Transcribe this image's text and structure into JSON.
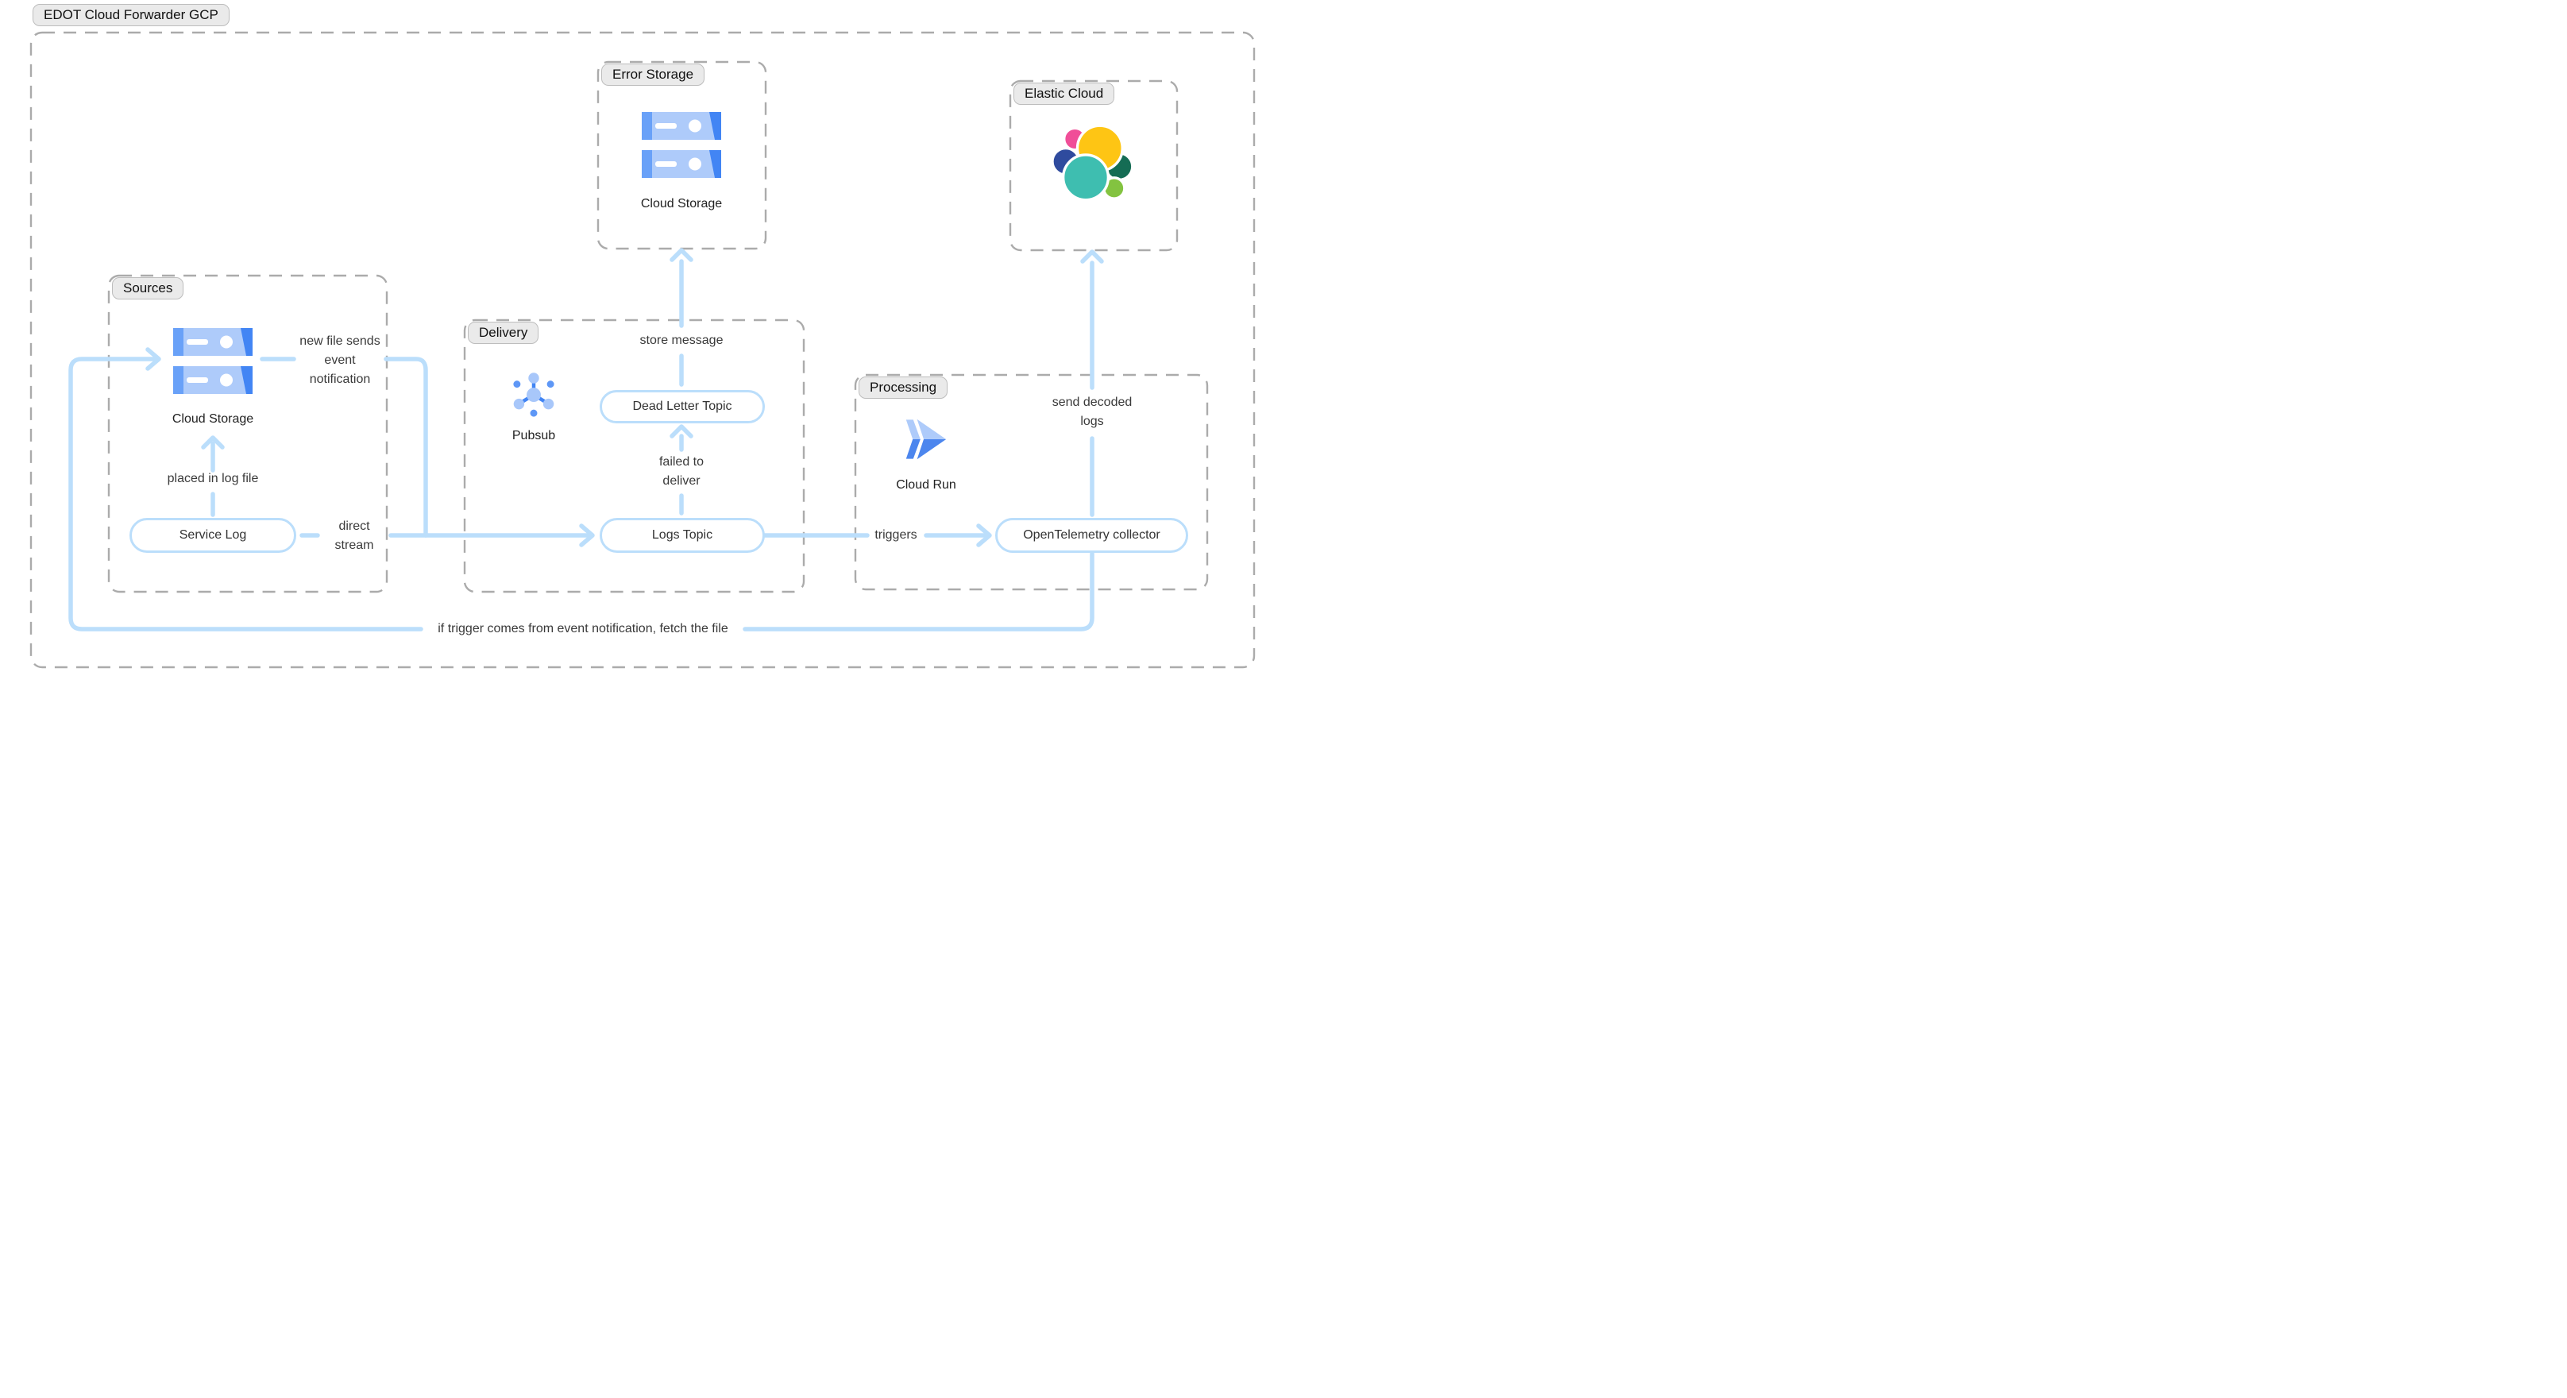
{
  "title": "EDOT Cloud Forwarder GCP",
  "groups": {
    "sources": {
      "label": "Sources"
    },
    "delivery": {
      "label": "Delivery"
    },
    "processing": {
      "label": "Processing"
    },
    "error_storage": {
      "label": "Error Storage"
    },
    "elastic_cloud": {
      "label": "Elastic Cloud"
    }
  },
  "nodes": {
    "sources_cloud_storage": {
      "label": "Cloud Storage",
      "icon": "cloud-storage-icon"
    },
    "service_log": {
      "label": "Service Log"
    },
    "pubsub": {
      "label": "Pubsub",
      "icon": "pubsub-icon"
    },
    "dead_letter_topic": {
      "label": "Dead Letter Topic"
    },
    "logs_topic": {
      "label": "Logs Topic"
    },
    "cloud_run": {
      "label": "Cloud Run",
      "icon": "cloud-run-icon"
    },
    "otel_collector": {
      "label": "OpenTelemetry collector"
    },
    "error_cloud_storage": {
      "label": "Cloud Storage",
      "icon": "cloud-storage-icon"
    },
    "elastic": {
      "icon": "elastic-logo-icon"
    }
  },
  "edge_labels": {
    "new_file": "new file sends event notification",
    "placed": "placed in log file",
    "direct": "direct stream",
    "store": "store message",
    "failed": "failed to deliver",
    "triggers": "triggers",
    "send_decoded": "send decoded logs",
    "fetch": "if trigger comes from event notification, fetch the file"
  },
  "colors": {
    "connector": "#bbdefb",
    "node_border": "#bbdefb",
    "box_dash": "#ababab",
    "pill_bg": "#eaeaea",
    "gcp_light_blue": "#aecbfa",
    "gcp_mid_blue": "#69a1f8",
    "gcp_blue": "#4285f4",
    "elastic_yellow": "#fec514",
    "elastic_pink": "#f04e98",
    "elastic_navy": "#2f4b9e",
    "elastic_teal": "#3ebeb0",
    "elastic_green": "#156c54",
    "elastic_lime": "#83c340"
  }
}
